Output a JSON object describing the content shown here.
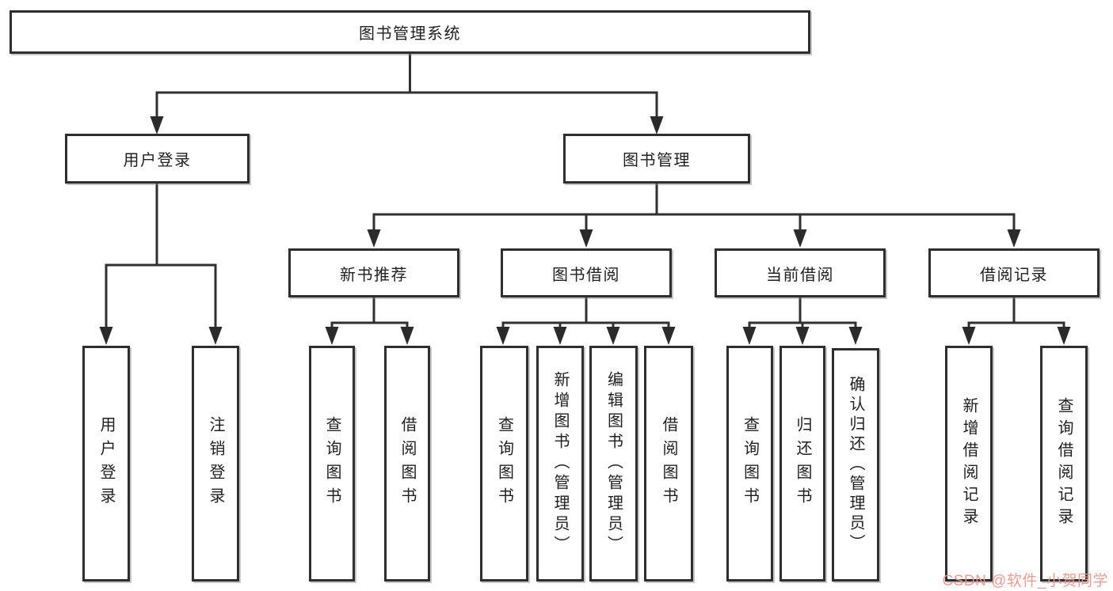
{
  "diagram": {
    "type": "hierarchy-tree",
    "title": "图书管理系统",
    "colors": {
      "line": "#303030",
      "box_border": "#2e2e2e",
      "box_fill": "#ffffff",
      "text": "#1f1f1f",
      "watermark": "#ee948c"
    },
    "nodes": {
      "root": {
        "label": "图书管理系统"
      },
      "user_login": {
        "label": "用户登录"
      },
      "book_management": {
        "label": "图书管理"
      },
      "new_book_recommend": {
        "label": "新书推荐"
      },
      "book_borrow": {
        "label": "图书借阅"
      },
      "current_borrow": {
        "label": "当前借阅"
      },
      "borrow_records": {
        "label": "借阅记录"
      },
      "login_user_login": {
        "label": "用户登录"
      },
      "login_logout": {
        "label": "注销登录"
      },
      "recommend_query_books": {
        "label": "查询图书"
      },
      "recommend_borrow_books": {
        "label": "借阅图书"
      },
      "borrow_query_books": {
        "label": "查询图书"
      },
      "borrow_add_books": {
        "label": "新增图书（管理员）"
      },
      "borrow_edit_books": {
        "label": "编辑图书（管理员）"
      },
      "borrow_borrow_books": {
        "label": "借阅图书"
      },
      "current_query_books": {
        "label": "查询图书"
      },
      "current_return_books": {
        "label": "归还图书"
      },
      "current_confirm_return": {
        "label": "确认归还（管理员）"
      },
      "records_add_record": {
        "label": "新增借阅记录"
      },
      "records_query_record": {
        "label": "查询借阅记录"
      }
    },
    "edges": [
      [
        "root",
        "user_login"
      ],
      [
        "root",
        "book_management"
      ],
      [
        "user_login",
        "login_user_login"
      ],
      [
        "user_login",
        "login_logout"
      ],
      [
        "book_management",
        "new_book_recommend"
      ],
      [
        "book_management",
        "book_borrow"
      ],
      [
        "book_management",
        "current_borrow"
      ],
      [
        "book_management",
        "borrow_records"
      ],
      [
        "new_book_recommend",
        "recommend_query_books"
      ],
      [
        "new_book_recommend",
        "recommend_borrow_books"
      ],
      [
        "book_borrow",
        "borrow_query_books"
      ],
      [
        "book_borrow",
        "borrow_add_books"
      ],
      [
        "book_borrow",
        "borrow_edit_books"
      ],
      [
        "book_borrow",
        "borrow_borrow_books"
      ],
      [
        "current_borrow",
        "current_query_books"
      ],
      [
        "current_borrow",
        "current_return_books"
      ],
      [
        "current_borrow",
        "current_confirm_return"
      ],
      [
        "borrow_records",
        "records_add_record"
      ],
      [
        "borrow_records",
        "records_query_record"
      ]
    ],
    "watermark": {
      "text": "CSDN @软件_小贺同学"
    }
  }
}
